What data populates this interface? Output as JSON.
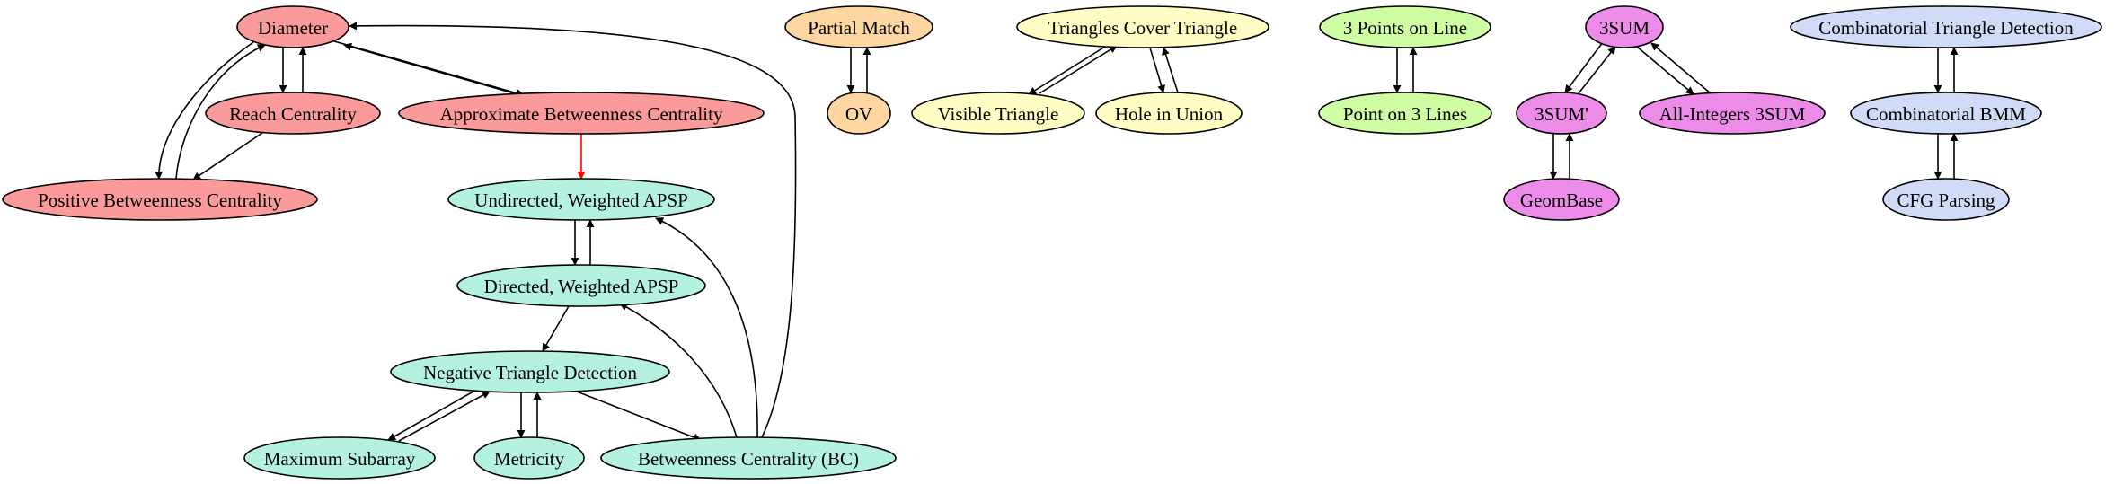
{
  "colors": {
    "red": "#fa9a9a",
    "teal": "#b4f1e1",
    "orange": "#fdd6a1",
    "yellow": "#fffdc4",
    "green": "#cffda3",
    "purple": "#ec8ce8",
    "blue": "#d0dcf7",
    "edge": "#000000",
    "highlight_edge": "#ff0000"
  },
  "nodes": [
    {
      "id": "diameter",
      "label": "Diameter",
      "color": "red"
    },
    {
      "id": "reach",
      "label": "Reach Centrality",
      "color": "red"
    },
    {
      "id": "approx-bc",
      "label": "Approximate Betweenness Centrality",
      "color": "red"
    },
    {
      "id": "positive-bc",
      "label": "Positive Betweenness Centrality",
      "color": "red"
    },
    {
      "id": "undirected-apsp",
      "label": "Undirected, Weighted APSP",
      "color": "teal"
    },
    {
      "id": "directed-apsp",
      "label": "Directed, Weighted APSP",
      "color": "teal"
    },
    {
      "id": "negative-triangle",
      "label": "Negative Triangle Detection",
      "color": "teal"
    },
    {
      "id": "max-subarray",
      "label": "Maximum Subarray",
      "color": "teal"
    },
    {
      "id": "metricity",
      "label": "Metricity",
      "color": "teal"
    },
    {
      "id": "bc",
      "label": "Betweenness Centrality (BC)",
      "color": "teal"
    },
    {
      "id": "partial-match",
      "label": "Partial Match",
      "color": "orange"
    },
    {
      "id": "ov",
      "label": "OV",
      "color": "orange"
    },
    {
      "id": "triangles-cover",
      "label": "Triangles Cover Triangle",
      "color": "yellow"
    },
    {
      "id": "visible-triangle",
      "label": "Visible Triangle",
      "color": "yellow"
    },
    {
      "id": "hole-in-union",
      "label": "Hole in Union",
      "color": "yellow"
    },
    {
      "id": "three-points-line",
      "label": "3 Points on Line",
      "color": "green"
    },
    {
      "id": "point-three-lines",
      "label": "Point on 3 Lines",
      "color": "green"
    },
    {
      "id": "three-sum",
      "label": "3SUM",
      "color": "purple"
    },
    {
      "id": "three-sum-prime",
      "label": "3SUM'",
      "color": "purple"
    },
    {
      "id": "all-integers-3sum",
      "label": "All-Integers 3SUM",
      "color": "purple"
    },
    {
      "id": "geombase",
      "label": "GeomBase",
      "color": "purple"
    },
    {
      "id": "comb-triangle",
      "label": "Combinatorial Triangle Detection",
      "color": "blue"
    },
    {
      "id": "comb-bmm",
      "label": "Combinatorial BMM",
      "color": "blue"
    },
    {
      "id": "cfg-parsing",
      "label": "CFG Parsing",
      "color": "blue"
    }
  ],
  "edges": [
    {
      "from": "diameter",
      "to": "reach"
    },
    {
      "from": "reach",
      "to": "diameter"
    },
    {
      "from": "diameter",
      "to": "approx-bc"
    },
    {
      "from": "approx-bc",
      "to": "diameter"
    },
    {
      "from": "diameter",
      "to": "positive-bc"
    },
    {
      "from": "positive-bc",
      "to": "diameter"
    },
    {
      "from": "reach",
      "to": "positive-bc"
    },
    {
      "from": "approx-bc",
      "to": "undirected-apsp",
      "highlight": true
    },
    {
      "from": "undirected-apsp",
      "to": "directed-apsp"
    },
    {
      "from": "directed-apsp",
      "to": "undirected-apsp"
    },
    {
      "from": "directed-apsp",
      "to": "negative-triangle"
    },
    {
      "from": "negative-triangle",
      "to": "max-subarray"
    },
    {
      "from": "max-subarray",
      "to": "negative-triangle"
    },
    {
      "from": "negative-triangle",
      "to": "metricity"
    },
    {
      "from": "metricity",
      "to": "negative-triangle"
    },
    {
      "from": "negative-triangle",
      "to": "bc"
    },
    {
      "from": "bc",
      "to": "directed-apsp"
    },
    {
      "from": "bc",
      "to": "undirected-apsp"
    },
    {
      "from": "bc",
      "to": "diameter"
    },
    {
      "from": "partial-match",
      "to": "ov"
    },
    {
      "from": "ov",
      "to": "partial-match"
    },
    {
      "from": "triangles-cover",
      "to": "visible-triangle"
    },
    {
      "from": "visible-triangle",
      "to": "triangles-cover"
    },
    {
      "from": "triangles-cover",
      "to": "hole-in-union"
    },
    {
      "from": "hole-in-union",
      "to": "triangles-cover"
    },
    {
      "from": "three-points-line",
      "to": "point-three-lines"
    },
    {
      "from": "point-three-lines",
      "to": "three-points-line"
    },
    {
      "from": "three-sum",
      "to": "three-sum-prime"
    },
    {
      "from": "three-sum-prime",
      "to": "three-sum"
    },
    {
      "from": "three-sum",
      "to": "all-integers-3sum"
    },
    {
      "from": "all-integers-3sum",
      "to": "three-sum"
    },
    {
      "from": "three-sum-prime",
      "to": "geombase"
    },
    {
      "from": "geombase",
      "to": "three-sum-prime"
    },
    {
      "from": "comb-triangle",
      "to": "comb-bmm"
    },
    {
      "from": "comb-bmm",
      "to": "comb-triangle"
    },
    {
      "from": "comb-bmm",
      "to": "cfg-parsing"
    },
    {
      "from": "cfg-parsing",
      "to": "comb-bmm"
    }
  ]
}
